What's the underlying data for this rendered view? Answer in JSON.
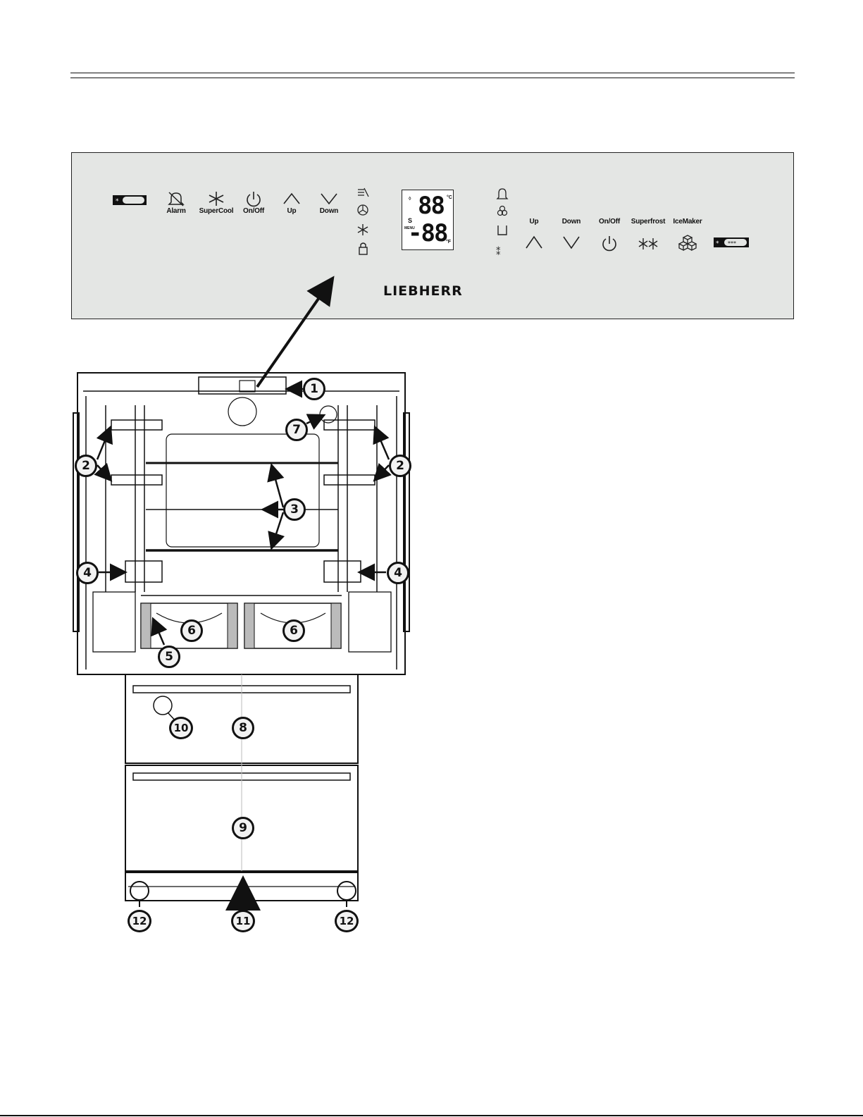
{
  "control_panel": {
    "left_buttons": [
      {
        "label": "Alarm",
        "icon": "bell-off-icon"
      },
      {
        "label": "SuperCool",
        "icon": "asterisk-icon"
      },
      {
        "label": "On/Off",
        "icon": "power-icon"
      },
      {
        "label": "Up",
        "icon": "chevron-up-icon"
      },
      {
        "label": "Down",
        "icon": "chevron-down-icon"
      }
    ],
    "right_buttons": [
      {
        "label": "Up",
        "icon": "chevron-up-icon"
      },
      {
        "label": "Down",
        "icon": "chevron-down-icon"
      },
      {
        "label": "On/Off",
        "icon": "power-icon"
      },
      {
        "label": "Superfrost",
        "icon": "double-snowflake-icon"
      },
      {
        "label": "IceMaker",
        "icon": "ice-cubes-icon"
      }
    ],
    "display": {
      "top_digits": "88",
      "bottom_digits": "-88",
      "unit_c": "°C",
      "unit_f": "°F",
      "s_label": "S",
      "menu_label": "MENU"
    },
    "brand": "LIEBHERR"
  },
  "callouts": [
    "1",
    "2",
    "2",
    "3",
    "4",
    "4",
    "5",
    "6",
    "6",
    "7",
    "8",
    "9",
    "10",
    "11",
    "12",
    "12"
  ]
}
